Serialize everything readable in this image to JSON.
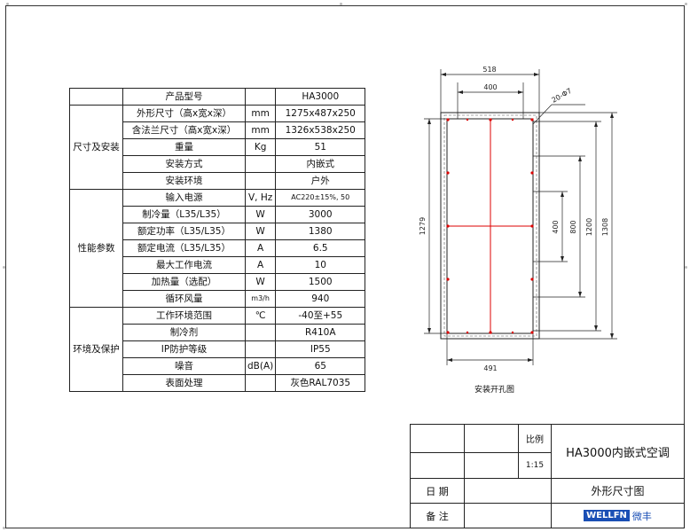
{
  "spec_table": {
    "model_label": "产品型号",
    "model_value": "HA3000",
    "groups": [
      {
        "name": "尺寸及安装",
        "rows": [
          {
            "item": "外形尺寸（高x宽x深）",
            "unit": "mm",
            "value": "1275x487x250"
          },
          {
            "item": "含法兰尺寸（高x宽x深）",
            "unit": "mm",
            "value": "1326x538x250"
          },
          {
            "item": "重量",
            "unit": "Kg",
            "value": "51"
          },
          {
            "item": "安装方式",
            "unit": "",
            "value": "内嵌式"
          },
          {
            "item": "安装环境",
            "unit": "",
            "value": "户外"
          }
        ]
      },
      {
        "name": "性能参数",
        "rows": [
          {
            "item": "输入电源",
            "unit": "V, Hz",
            "value": "AC220±15%, 50",
            "small": true
          },
          {
            "item": "制冷量（L35/L35）",
            "unit": "W",
            "value": "3000"
          },
          {
            "item": "额定功率（L35/L35）",
            "unit": "W",
            "value": "1380"
          },
          {
            "item": "额定电流（L35/L35）",
            "unit": "A",
            "value": "6.5"
          },
          {
            "item": "最大工作电流",
            "unit": "A",
            "value": "10"
          },
          {
            "item": "加热量（选配）",
            "unit": "W",
            "value": "1500"
          },
          {
            "item": "循环风量",
            "unit": "m3/h",
            "value": "940",
            "small_unit": true
          }
        ]
      },
      {
        "name": "环境及保护",
        "rows": [
          {
            "item": "工作环境范围",
            "unit": "℃",
            "value": "-40至+55"
          },
          {
            "item": "制冷剂",
            "unit": "",
            "value": "R410A"
          },
          {
            "item": "IP防护等级",
            "unit": "",
            "value": "IP55"
          },
          {
            "item": "噪音",
            "unit": "dB(A)",
            "value": "65"
          },
          {
            "item": "表面处理",
            "unit": "",
            "value": "灰色RAL7035"
          }
        ]
      }
    ]
  },
  "drawing": {
    "dims": {
      "top_outer": "518",
      "top_inner": "400",
      "hole": "20-Φ7",
      "left_height": "1279",
      "right_400": "400",
      "right_800": "800",
      "right_1200": "1200",
      "right_1308": "1308",
      "bottom_width": "491"
    },
    "caption": "安装开孔图"
  },
  "title_block": {
    "scale_label": "比例",
    "scale_value": "1:15",
    "title": "HA3000内嵌式空调",
    "date_label": "日 期",
    "drawing_name": "外形尺寸图",
    "remark_label": "备 注",
    "logo_text": "WELLFN",
    "logo_cn": "微丰"
  }
}
